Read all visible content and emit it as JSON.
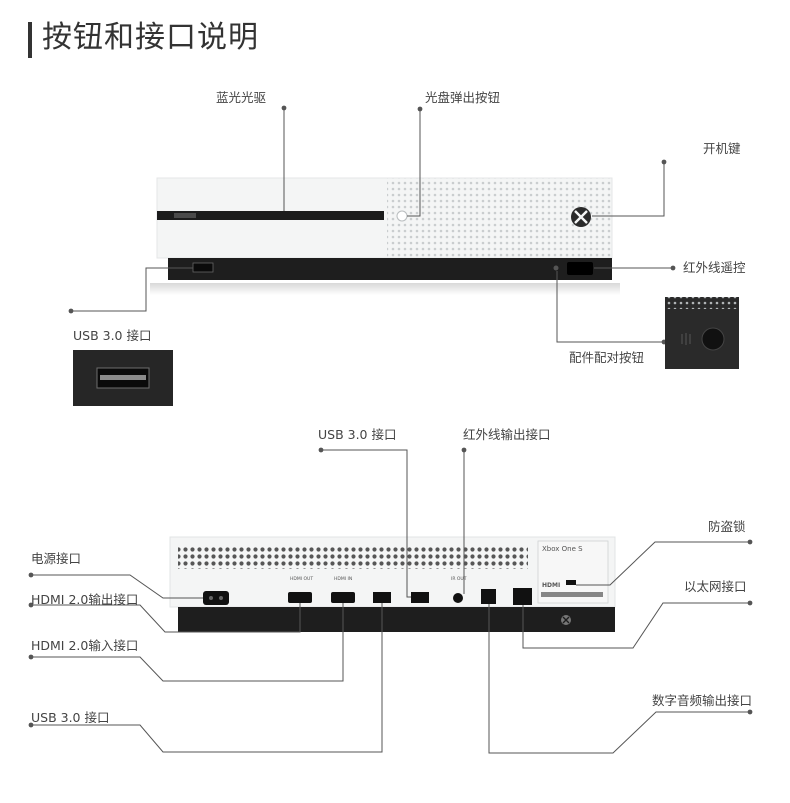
{
  "page_title": "按钮和接口说明",
  "front": {
    "bluray": "蓝光光驱",
    "eject": "光盘弹出按钮",
    "power": "开机键",
    "ir": "红外线遥控",
    "usb": "USB 3.0 接口",
    "pair": "配件配对按钮"
  },
  "back": {
    "usb_top": "USB  3.0 接口",
    "ir_out": "红外线输出接口",
    "lock": "防盗锁",
    "power_port": "电源接口",
    "ethernet": "以太网接口",
    "hdmi_out": "HDMI 2.0输出接口",
    "hdmi_in": "HDMI 2.0输入接口",
    "usb_bottom": "USB 3.0 接口",
    "spdif": "数字音频输出接口"
  },
  "console_label": {
    "model": "Xbox One S",
    "hdmi_logo": "HDMI",
    "port_hdmi_out": "HDMI OUT",
    "port_hdmi_in": "HDMI IN",
    "port_ir": "IR OUT"
  },
  "colors": {
    "console_white": "#f4f5f5",
    "console_black": "#1e1e1e",
    "line": "#555555",
    "text": "#444444"
  }
}
